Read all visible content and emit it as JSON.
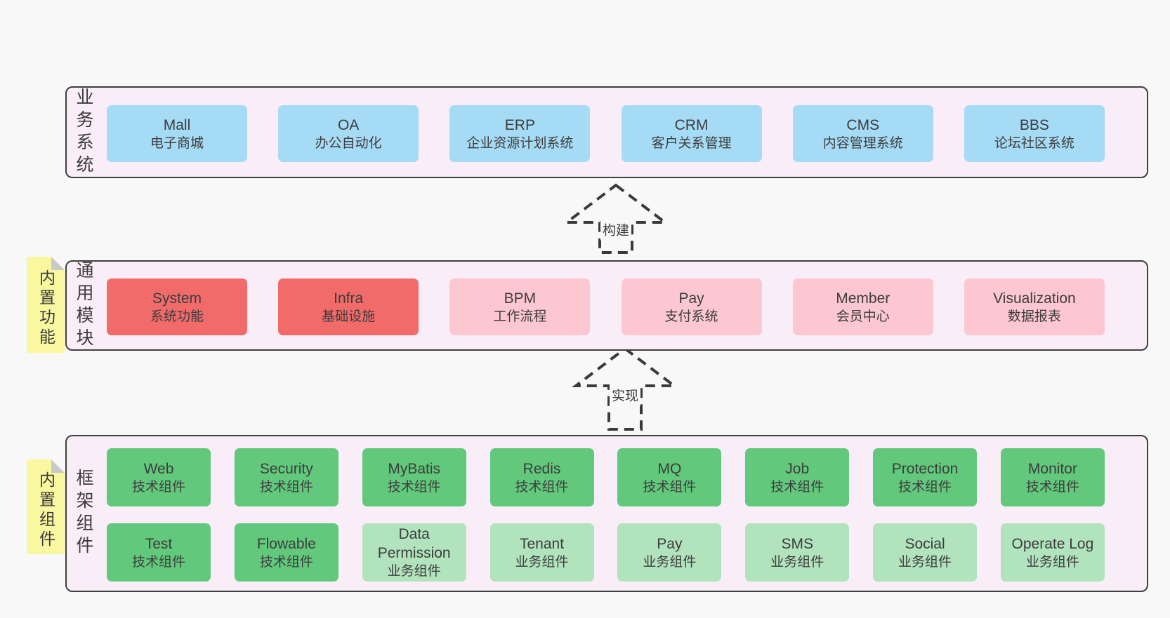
{
  "colors": {
    "page_bg": "#f8f8f8",
    "container_bg": "#f9eef7",
    "container_border": "#3f3f3f",
    "box_blue": "#a6dbf5",
    "box_red": "#f16b6b",
    "box_pink": "#fcc7d1",
    "box_green": "#61c87c",
    "box_green_light": "#b1e3bd",
    "sticky_yellow": "#faf7a1",
    "sticky_fold_gray": "#c9c9c9",
    "text": "#3d3d3d"
  },
  "layers": {
    "business": {
      "side_label": "业务系统",
      "boxes": [
        {
          "name": "Mall",
          "desc": "电子商城"
        },
        {
          "name": "OA",
          "desc": "办公自动化"
        },
        {
          "name": "ERP",
          "desc": "企业资源计划系统"
        },
        {
          "name": "CRM",
          "desc": "客户关系管理"
        },
        {
          "name": "CMS",
          "desc": "内容管理系统"
        },
        {
          "name": "BBS",
          "desc": "论坛社区系统"
        }
      ]
    },
    "modules": {
      "side_label": "通用模块",
      "sticky_label": "内置功能",
      "boxes": [
        {
          "name": "System",
          "desc": "系统功能",
          "variant": "red"
        },
        {
          "name": "Infra",
          "desc": "基础设施",
          "variant": "red"
        },
        {
          "name": "BPM",
          "desc": "工作流程",
          "variant": "pink"
        },
        {
          "name": "Pay",
          "desc": "支付系统",
          "variant": "pink"
        },
        {
          "name": "Member",
          "desc": "会员中心",
          "variant": "pink"
        },
        {
          "name": "Visualization",
          "desc": "数据报表",
          "variant": "pink"
        }
      ]
    },
    "components": {
      "side_label": "框架组件",
      "sticky_label": "内置组件",
      "row1": [
        {
          "name": "Web",
          "desc": "技术组件",
          "variant": "green"
        },
        {
          "name": "Security",
          "desc": "技术组件",
          "variant": "green"
        },
        {
          "name": "MyBatis",
          "desc": "技术组件",
          "variant": "green"
        },
        {
          "name": "Redis",
          "desc": "技术组件",
          "variant": "green"
        },
        {
          "name": "MQ",
          "desc": "技术组件",
          "variant": "green"
        },
        {
          "name": "Job",
          "desc": "技术组件",
          "variant": "green"
        },
        {
          "name": "Protection",
          "desc": "技术组件",
          "variant": "green"
        },
        {
          "name": "Monitor",
          "desc": "技术组件",
          "variant": "green"
        }
      ],
      "row2": [
        {
          "name": "Test",
          "desc": "技术组件",
          "variant": "green"
        },
        {
          "name": "Flowable",
          "desc": "技术组件",
          "variant": "green"
        },
        {
          "name": "Data Permission",
          "desc": "业务组件",
          "variant": "green-light"
        },
        {
          "name": "Tenant",
          "desc": "业务组件",
          "variant": "green-light"
        },
        {
          "name": "Pay",
          "desc": "业务组件",
          "variant": "green-light"
        },
        {
          "name": "SMS",
          "desc": "业务组件",
          "variant": "green-light"
        },
        {
          "name": "Social",
          "desc": "业务组件",
          "variant": "green-light"
        },
        {
          "name": "Operate Log",
          "desc": "业务组件",
          "variant": "green-light"
        }
      ]
    }
  },
  "arrows": [
    {
      "label": "构建"
    },
    {
      "label": "实现"
    }
  ]
}
